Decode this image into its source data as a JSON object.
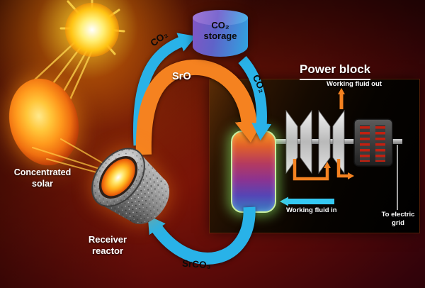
{
  "diagram": {
    "labels": {
      "concentrated_solar_1": "Concentrated",
      "concentrated_solar_2": "solar",
      "receiver_reactor_1": "Receiver",
      "receiver_reactor_2": "reactor",
      "storage_1": "CO₂",
      "storage_2": "storage",
      "co2_to_storage": "CO₂",
      "co2_to_powerblock": "CO₂",
      "sro": "SrO",
      "srco3": "SrCO₃"
    },
    "power_block": {
      "title": "Power block",
      "working_fluid_out": "Working fluid out",
      "working_fluid_in": "Working fluid in",
      "to_electric_grid_1": "To electric",
      "to_electric_grid_2": "grid"
    },
    "colors": {
      "orange_arrow": "#f58220",
      "blue_arrow": "#29b2e8",
      "cyan_arrow": "#35c8f2",
      "sun_yellow": "#ffd84a",
      "background_red": "#5a0a08",
      "vessel_glow_green": "#8cff6e"
    }
  }
}
